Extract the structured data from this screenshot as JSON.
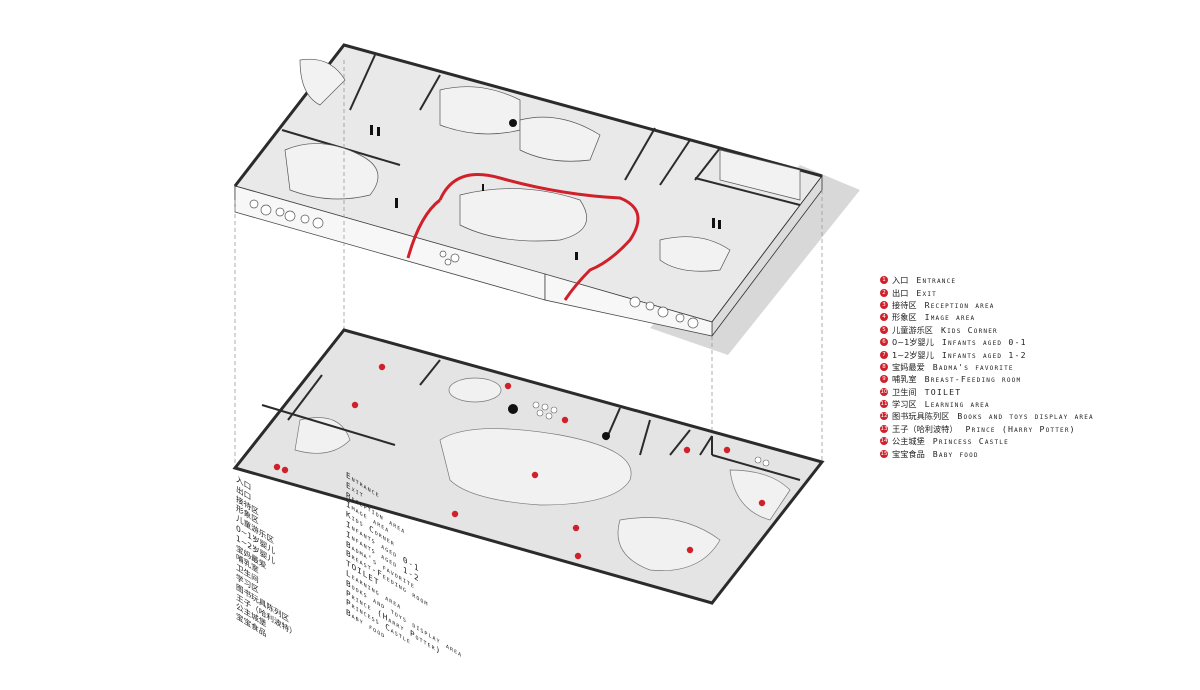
{
  "legend": [
    {
      "num": "1",
      "cn": "入口",
      "en": "Entrance"
    },
    {
      "num": "2",
      "cn": "出口",
      "en": "Exit"
    },
    {
      "num": "3",
      "cn": "接待区",
      "en": "Reception area"
    },
    {
      "num": "4",
      "cn": "形象区",
      "en": "Image area"
    },
    {
      "num": "5",
      "cn": "儿童游乐区",
      "en": "Kids Corner"
    },
    {
      "num": "6",
      "cn": "0~1岁婴儿",
      "en": "Infants aged 0-1"
    },
    {
      "num": "7",
      "cn": "1~2岁婴儿",
      "en": "Infants aged 1-2"
    },
    {
      "num": "8",
      "cn": "宝妈最爱",
      "en": "Badma's favorite"
    },
    {
      "num": "9",
      "cn": "哺乳室",
      "en": "Breast-Feeding room"
    },
    {
      "num": "10",
      "cn": "卫生间",
      "en": "TOILET"
    },
    {
      "num": "11",
      "cn": "学习区",
      "en": "Learning area"
    },
    {
      "num": "12",
      "cn": "图书玩具陈列区",
      "en": "Books and toys display area"
    },
    {
      "num": "13",
      "cn": "王子（哈利波特）",
      "en": "Prince (Harry Potter)"
    },
    {
      "num": "14",
      "cn": "公主城堡",
      "en": "Princess Castle"
    },
    {
      "num": "15",
      "cn": "宝宝食品",
      "en": "Baby food"
    }
  ],
  "colors": {
    "accent": "#d0202a",
    "floor": "#e6e6e6",
    "wall": "#2b2b2b",
    "shadow": "#c9c9c9"
  }
}
